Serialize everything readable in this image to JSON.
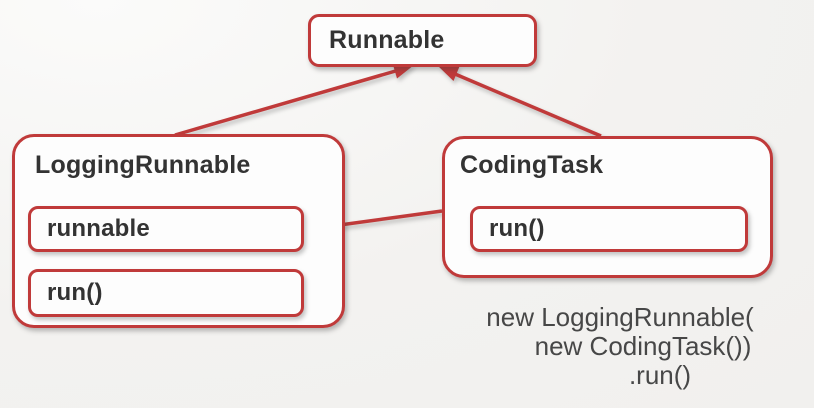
{
  "diagram": {
    "superclass": {
      "title": "Runnable"
    },
    "left_class": {
      "title": "LoggingRunnable",
      "fields": {
        "0": "runnable"
      },
      "methods": {
        "0": "run()"
      }
    },
    "right_class": {
      "title": "CodingTask",
      "methods": {
        "0": "run()"
      }
    },
    "connections": [
      {
        "from": "LoggingRunnable",
        "to": "Runnable",
        "type": "inheritance-arrow"
      },
      {
        "from": "CodingTask",
        "to": "Runnable",
        "type": "inheritance-arrow"
      },
      {
        "from": "CodingTask",
        "to": "LoggingRunnable.runnable",
        "type": "association-line"
      }
    ],
    "code_snippet": {
      "line1": "new LoggingRunnable(",
      "line2": "new CodingTask())",
      "line3": ".run()"
    },
    "colors": {
      "accent_red": "#c03a3a",
      "text_dark": "#333333",
      "code_text": "#474747",
      "box_fill": "#fdfdfd",
      "background": "#f3f2f0"
    }
  }
}
